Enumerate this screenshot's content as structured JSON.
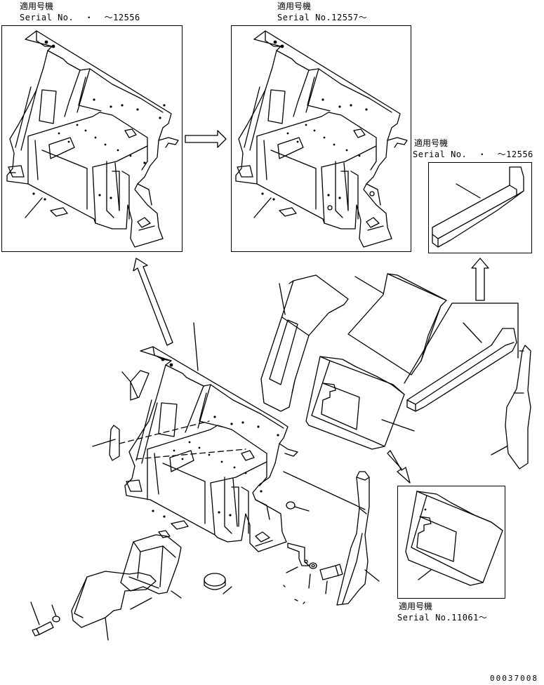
{
  "panels": {
    "top_left": {
      "label_jp": "適用号機",
      "label_serial": "Serial No.  ・  ～12556"
    },
    "top_middle": {
      "label_jp": "適用号機",
      "label_serial": "Serial No.12557～"
    },
    "right_upper": {
      "label_jp": "適用号機",
      "label_serial": "Serial No.  ・  ～12556"
    },
    "right_lower": {
      "label_jp": "適用号機",
      "label_serial": "Serial No.11061～"
    }
  },
  "document_id": "00037008"
}
